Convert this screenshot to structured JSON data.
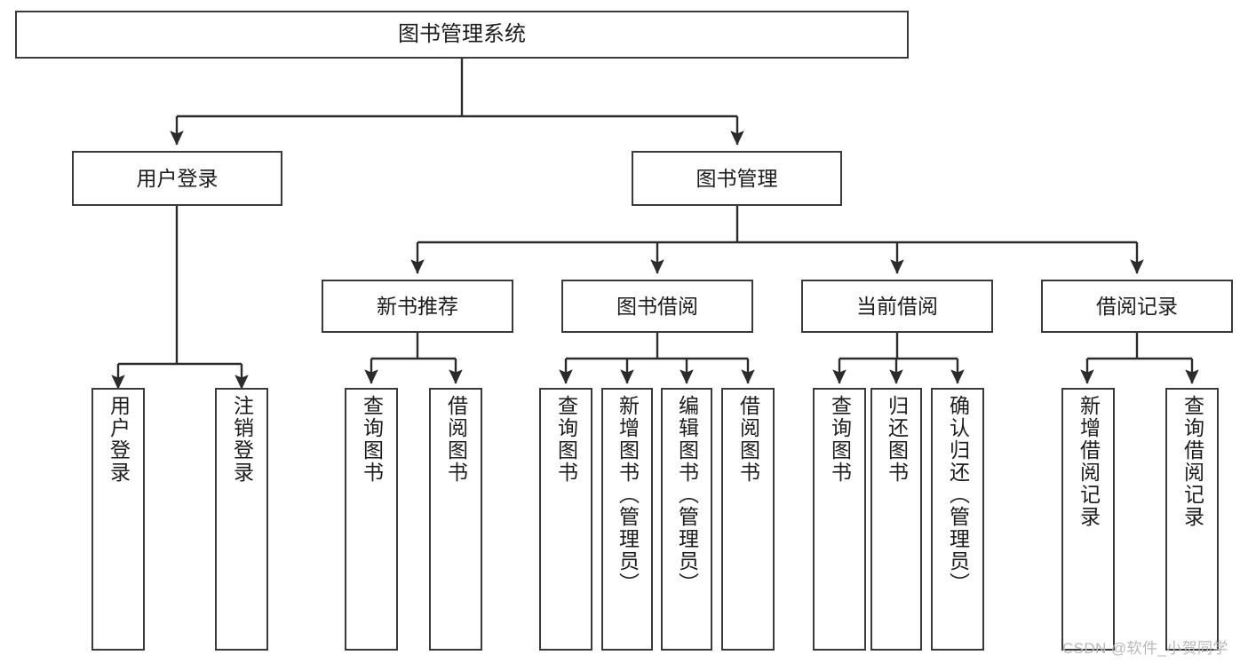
{
  "diagram": {
    "title": "图书管理系统",
    "type": "hierarchy-tree",
    "colors": {
      "box_border": "#3a3a3a",
      "box_fill": "#ffffff",
      "edge": "#2b2b2b",
      "text": "#1c1c1c",
      "watermark": "#b8b8b8"
    },
    "nodes": {
      "root": {
        "label": "图书管理系统"
      },
      "level2": [
        {
          "label": "用户登录"
        },
        {
          "label": "图书管理"
        }
      ],
      "level3": [
        {
          "label": "新书推荐"
        },
        {
          "label": "图书借阅"
        },
        {
          "label": "当前借阅"
        },
        {
          "label": "借阅记录"
        }
      ],
      "leaves_user_login": [
        {
          "label": "用户登录"
        },
        {
          "label": "注销登录"
        }
      ],
      "leaves_new_book": [
        {
          "label": "查询图书"
        },
        {
          "label": "借阅图书"
        }
      ],
      "leaves_borrow": [
        {
          "label": "查询图书"
        },
        {
          "label": "新增图书（管理员）"
        },
        {
          "label": "编辑图书（管理员）"
        },
        {
          "label": "借阅图书"
        }
      ],
      "leaves_current": [
        {
          "label": "查询图书"
        },
        {
          "label": "归还图书"
        },
        {
          "label": "确认归还（管理员）"
        }
      ],
      "leaves_record": [
        {
          "label": "新增借阅记录"
        },
        {
          "label": "查询借阅记录"
        }
      ]
    },
    "watermark": "CSDN @软件_小贺同学"
  }
}
